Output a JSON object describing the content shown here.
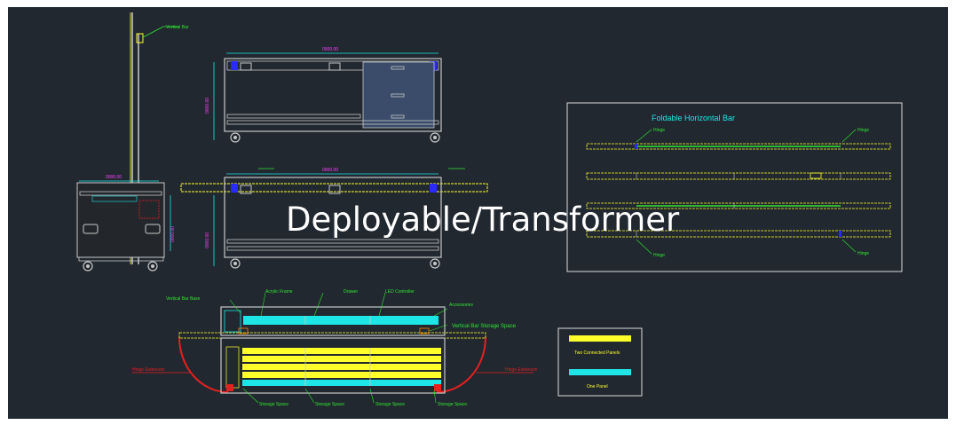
{
  "overlay_title": "Deployable/Transformer",
  "foldable": {
    "title": "Foldable Horizontal Bar",
    "hinge_labels": [
      "Hinge",
      "Hinge",
      "Hinge",
      "Hinge"
    ]
  },
  "pole": {
    "label": "Vertical Bar"
  },
  "top_view": {
    "labels": [
      "Vertical Bar Base",
      "Acrylic Frame",
      "Drawer",
      "LED Controller",
      "Accessories",
      "Vertical Bar Storage Space"
    ],
    "bottom_labels": [
      "Storage Space",
      "Storage Space",
      "Storage Space",
      "Storage Space"
    ],
    "side_labels": [
      "Hinge Extension",
      "Hinge Extension"
    ]
  },
  "legend": {
    "items": [
      {
        "label": "Two Connected Panels",
        "color": "#ffff2a"
      },
      {
        "label": "One Panel",
        "color": "#1ee6e6"
      }
    ]
  },
  "colors": {
    "background": "#212830",
    "outline": "#c8c8c8",
    "dimension": "#1ee6e6",
    "annotation": "#32e632",
    "measure_text": "#ff40ff",
    "yellow_panel": "#ffff2a",
    "cyan_panel": "#1ee6e6",
    "blue": "#2a2aff",
    "red": "#e62020"
  }
}
